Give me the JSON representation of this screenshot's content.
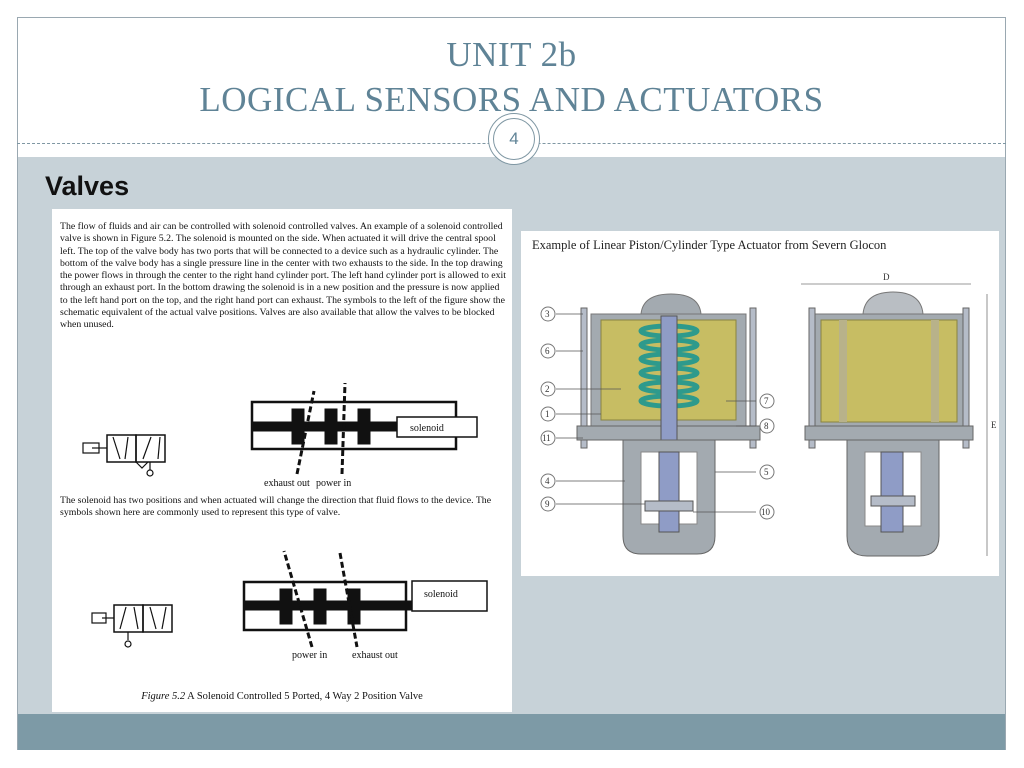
{
  "slide": {
    "title_line1": "UNIT 2b",
    "title_line2": "LOGICAL SENSORS AND ACTUATORS",
    "page_number": "4",
    "heading": "Valves"
  },
  "left_figure": {
    "paragraph1": "The flow of fluids and air can be controlled with solenoid controlled valves. An example of a solenoid controlled valve is shown in Figure 5.2. The solenoid is mounted on the side. When actuated it will drive the central spool left. The top of the valve body has two ports that will be connected to a device such as a hydraulic cylinder. The bottom of the valve body has a single pressure line in the center with two exhausts to the side. In the top drawing the power flows in through the center to the right hand cylinder port. The left hand cylinder port is allowed to exit through an exhaust port. In the bottom drawing the solenoid is in a new position and the pressure is now applied to the left hand port on the top, and the right hand port can exhaust. The symbols to the left of the figure show the schematic equivalent of the actual valve positions. Valves are also available that allow the valves to be blocked when unused.",
    "paragraph2": "The solenoid has two positions and when actuated will change the direction that fluid flows to the device. The symbols shown here are commonly used to represent this type of valve.",
    "top_diagram": {
      "solenoid_label": "solenoid",
      "exhaust_label": "exhaust out",
      "power_label": "power in"
    },
    "bottom_diagram": {
      "solenoid_label": "solenoid",
      "power_label": "power in",
      "exhaust_label": "exhaust out"
    },
    "caption_prefix": "Figure 5.2",
    "caption_text": " A Solenoid Controlled 5 Ported, 4 Way 2 Position Valve"
  },
  "right_figure": {
    "caption": "Example of Linear Piston/Cylinder Type Actuator from Severn Glocon",
    "callouts_left": [
      "3",
      "6",
      "2",
      "1",
      "11",
      "4",
      "9"
    ],
    "callouts_right": [
      "7",
      "8",
      "5",
      "10"
    ],
    "dimension_width": "D",
    "dimension_height": "E",
    "colors": {
      "cylinder": "#c7bd63",
      "body": "#a3aab0",
      "spring": "#2e9a8c",
      "rod": "#8f9cc6"
    }
  }
}
